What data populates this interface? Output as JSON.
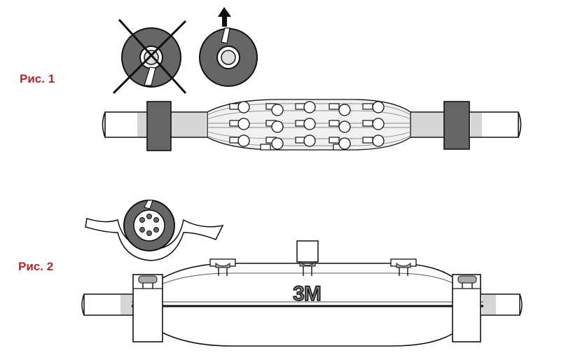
{
  "figures": {
    "fig1_label": "Рис. 1",
    "fig2_label": "Рис. 2"
  },
  "logo_text": "3M",
  "colors": {
    "label": "#b0282c",
    "dark_gray": "#666666",
    "light_gray": "#cfcfcf",
    "mid_gray": "#999999",
    "outline": "#111111"
  },
  "icons": [
    "arrow-up-icon",
    "prohibited-cross-icon"
  ]
}
